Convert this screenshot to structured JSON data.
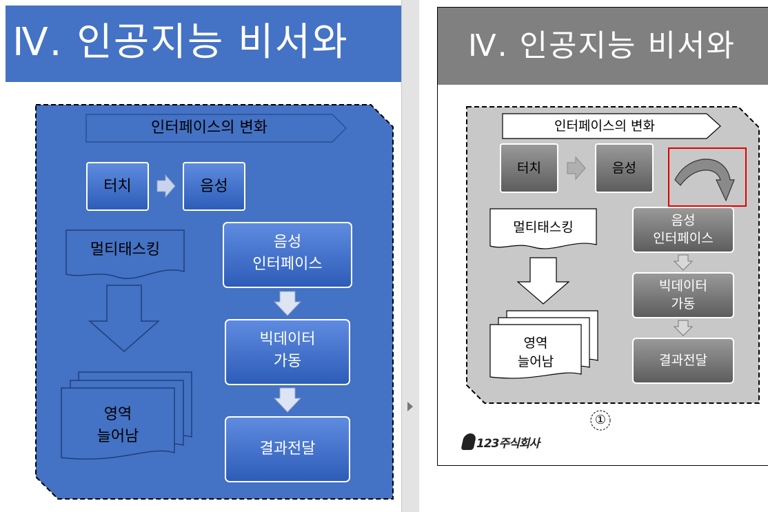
{
  "left_slide": {
    "title": "Ⅳ. 인공지능 비서와",
    "colors": {
      "title_bg": "#4472C4",
      "body_bg": "#4472C4",
      "button_fill": "#3E6FC8"
    },
    "banner": "인터페이스의 변화",
    "touch": "터치",
    "voice": "음성",
    "multitask": "멀티태스킹",
    "voice_interface": [
      "음성",
      "인터페이스"
    ],
    "bigdata": [
      "빅데이터",
      "가동"
    ],
    "deliver": "결과전달",
    "area": [
      "영역",
      "늘어남"
    ]
  },
  "right_slide": {
    "title": "Ⅳ. 인공지능 비서와",
    "colors": {
      "title_bg": "#808080",
      "body_bg": "#C8C8C8",
      "highlight": "#E00000"
    },
    "banner": "인터페이스의 변화",
    "touch": "터치",
    "voice": "음성",
    "multitask": "멀티태스킹",
    "voice_interface": [
      "음성",
      "인터페이스"
    ],
    "bigdata": [
      "빅데이터",
      "가동"
    ],
    "deliver": "결과전달",
    "area": [
      "영역",
      "늘어남"
    ],
    "page_marker": "①",
    "logo_text": "123주식회사"
  },
  "divider": {
    "arrow_icon": "triangle-right-icon"
  }
}
